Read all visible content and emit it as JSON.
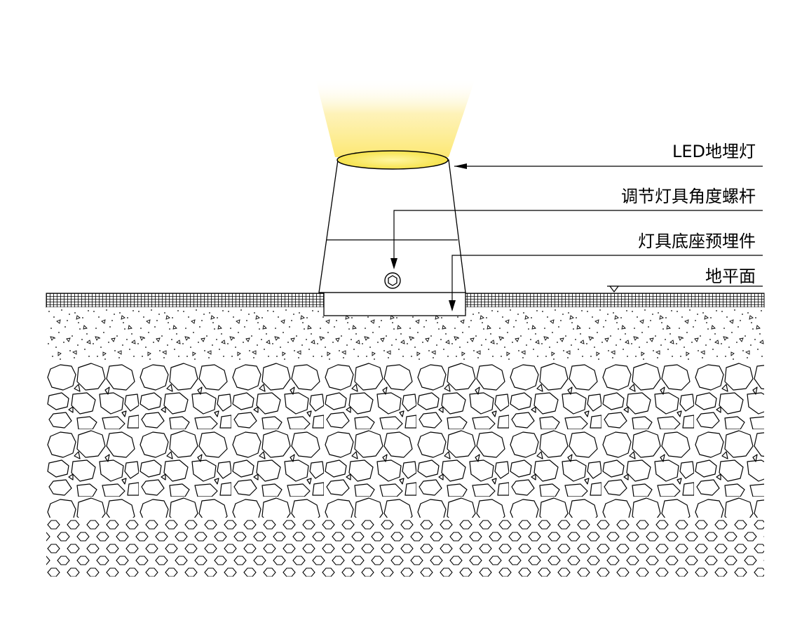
{
  "diagram": {
    "labels": {
      "led_light": "LED地埋灯",
      "adjust_screw": "调节灯具角度螺杆",
      "embedded_base": "灯具底座预埋件",
      "ground_level": "地平面"
    },
    "colors": {
      "line": "#000000",
      "beam": "#fde872",
      "lens_fill": "#f4de3a",
      "background": "#ffffff"
    }
  }
}
